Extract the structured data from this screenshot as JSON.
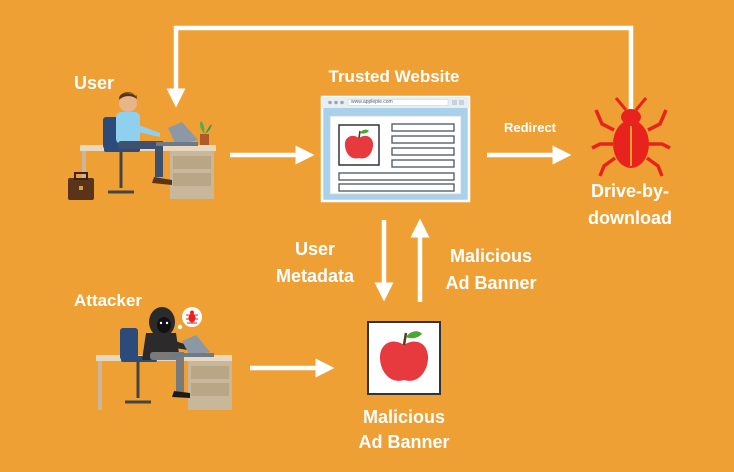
{
  "labels": {
    "user": "User",
    "trusted_website": "Trusted Website",
    "url": "www.applepie.com",
    "redirect": "Redirect",
    "drive_by_1": "Drive-by-",
    "drive_by_2": "download",
    "user_metadata_1": "User",
    "user_metadata_2": "Metadata",
    "malicious_ad_up_1": "Malicious",
    "malicious_ad_up_2": "Ad Banner",
    "attacker": "Attacker",
    "malicious_banner_1": "Malicious",
    "malicious_banner_2": "Ad Banner"
  },
  "colors": {
    "background": "#EFA035",
    "arrow": "#FFFFFF",
    "bug": "#E8231E",
    "browser_frame": "#A9D1EA",
    "apple": "#E63A3F"
  },
  "icons": [
    "user-at-desk-icon",
    "browser-window-icon",
    "bug-icon",
    "attacker-at-desk-icon",
    "apple-icon"
  ]
}
